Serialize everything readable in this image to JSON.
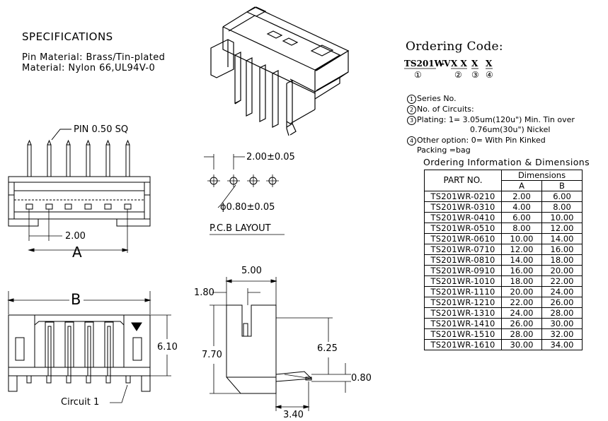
{
  "specs": {
    "title": "SPECIFICATIONS",
    "pin_material": "Pin Material: Brass/Tin-plated",
    "material": "Material: Nylon 66,UL94V-0"
  },
  "labels": {
    "pin": "PIN 0.50 SQ",
    "pitch": "2.00",
    "dim_a": "A",
    "dim_b": "B",
    "circuit1": "Circuit 1",
    "pcb_pitch": "2.00±0.05",
    "pcb_hole": "ϕ0.80±0.05",
    "pcb_layout": "P.C.B LAYOUT",
    "height_front": "6.10",
    "side_width": "5.00",
    "side_slot": "1.80",
    "side_height": "7.70",
    "side_pin_height": "6.25",
    "side_pin": "0.80",
    "side_depth": "3.40"
  },
  "ordering": {
    "title": "Ordering Code:",
    "series": "TS201WV",
    "dash": "-",
    "xx": "X X",
    "x3": "X",
    "x4": "X",
    "marks": [
      "①",
      "②",
      "③",
      "④"
    ],
    "notes": [
      {
        "mark": "1",
        "text": "Series No."
      },
      {
        "mark": "2",
        "text": "No. of Circuits:"
      },
      {
        "mark": "3",
        "text": "Plating: 1= 3.05um(120u\") Min. Tin over"
      },
      {
        "mark": "",
        "text": "0.76um(30u\") Nickel"
      },
      {
        "mark": "4",
        "text": "Other option: 0= With Pin Kinked"
      },
      {
        "mark": "",
        "text": "Packing =bag"
      }
    ]
  },
  "table": {
    "title": "Ordering Information & Dimensions",
    "part_header": "PART NO.",
    "dim_header": "Dimensions",
    "col_a": "A",
    "col_b": "B",
    "rows": [
      [
        "TS201WR-0210",
        "2.00",
        "6.00"
      ],
      [
        "TS201WR-0310",
        "4.00",
        "8.00"
      ],
      [
        "TS201WR-0410",
        "6.00",
        "10.00"
      ],
      [
        "TS201WR-0510",
        "8.00",
        "12.00"
      ],
      [
        "TS201WR-0610",
        "10.00",
        "14.00"
      ],
      [
        "TS201WR-0710",
        "12.00",
        "16.00"
      ],
      [
        "TS201WR-0810",
        "14.00",
        "18.00"
      ],
      [
        "TS201WR-0910",
        "16.00",
        "20.00"
      ],
      [
        "TS201WR-1010",
        "18.00",
        "22.00"
      ],
      [
        "TS201WR-1110",
        "20.00",
        "24.00"
      ],
      [
        "TS201WR-1210",
        "22.00",
        "26.00"
      ],
      [
        "TS201WR-1310",
        "24.00",
        "28.00"
      ],
      [
        "TS201WR-1410",
        "26.00",
        "30.00"
      ],
      [
        "TS201WR-1510",
        "28.00",
        "32.00"
      ],
      [
        "TS201WR-1610",
        "30.00",
        "34.00"
      ]
    ]
  }
}
